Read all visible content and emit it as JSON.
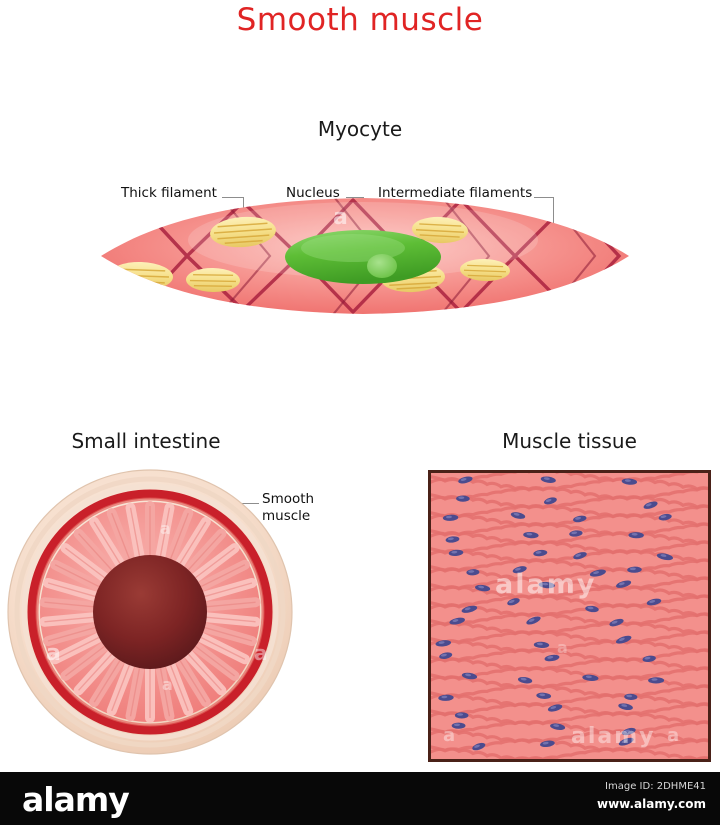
{
  "title": "Smooth muscle",
  "title_color": "#e02424",
  "sections": {
    "myocyte": {
      "title": "Myocyte",
      "labels": [
        {
          "text": "Thick filament",
          "name": "thick-filament"
        },
        {
          "text": "Nucleus",
          "name": "nucleus"
        },
        {
          "text": "Intermediate filaments",
          "name": "intermediate-filaments"
        }
      ],
      "colors": {
        "cell": "#f4837f",
        "cell_light": "#f9b3ae",
        "filament_network": "#a81f3e",
        "nucleus": "#56b832",
        "nucleolus": "#8ad36a",
        "thick_filament": "#f6e08a",
        "thick_filament_stripe": "#d8a93a"
      }
    },
    "small_intestine": {
      "title": "Small intestine",
      "callout": "Smooth muscle",
      "callout_line2": "muscle",
      "callout_line1": "Smooth",
      "colors": {
        "serosa": "#f6ded0",
        "muscle_ring": "#c9202a",
        "submucosa": "#f07a78",
        "villi": "#f6a9a5",
        "lumen": "#7d2424"
      }
    },
    "muscle_tissue": {
      "title": "Muscle tissue",
      "colors": {
        "border": "#4a2118",
        "fiber": "#f3908c",
        "fiber_dark": "#e3706d",
        "nucleus": "#4b4b8e"
      },
      "watermarks": [
        "alamy",
        "alamy",
        "a",
        "a",
        "a"
      ]
    }
  },
  "footer": {
    "logo": "alamy",
    "image_id": "Image ID: 2DHME41",
    "url": "www.alamy.com"
  },
  "page_watermarks": [
    "a",
    "a",
    "a",
    "a"
  ]
}
